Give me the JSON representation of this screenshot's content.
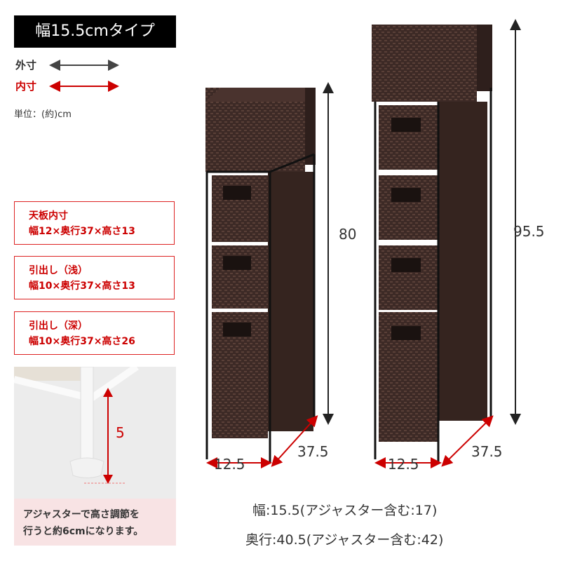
{
  "title": "幅15.5cmタイプ",
  "legend": {
    "outer": "外寸",
    "inner": "内寸",
    "unit": "単位：(約)cm"
  },
  "specs": [
    {
      "name": "天板内寸",
      "size": "幅12×奥行37×高さ13"
    },
    {
      "name": "引出し（浅）",
      "size": "幅10×奥行37×高さ13"
    },
    {
      "name": "引出し（深）",
      "size": "幅10×奥行37×高さ26"
    }
  ],
  "adjuster": {
    "height": "5",
    "caption_line1": "アジャスターで高さ調節を",
    "caption_line2": "行うと約6cmになります。"
  },
  "left_unit": {
    "height": "80",
    "width": "12.5",
    "depth": "37.5"
  },
  "right_unit": {
    "height": "95.5",
    "width": "12.5",
    "depth": "37.5"
  },
  "footer": {
    "width": "幅:15.5(アジャスター含む:17)",
    "depth": "奥行:40.5(アジャスター含む:42)"
  },
  "colors": {
    "accent": "#cc0000",
    "wicker": "#3d2a26"
  }
}
